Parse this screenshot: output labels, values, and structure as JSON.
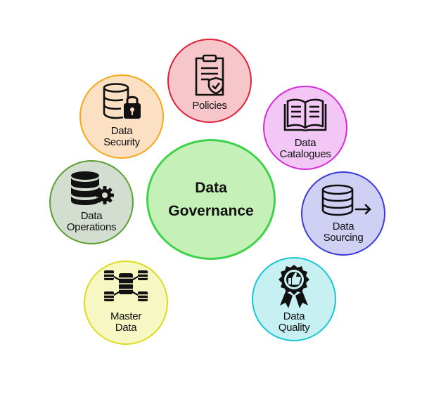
{
  "center": {
    "line1": "Data",
    "line2": "Governance",
    "fill": "#c5f0b8",
    "border": "#3ed34a"
  },
  "nodes": [
    {
      "id": "policies",
      "lines": [
        "Policies"
      ],
      "icon": "clipboard-shield-icon",
      "fill": "#f7c6cb",
      "border": "#e0203a"
    },
    {
      "id": "data-catalogues",
      "lines": [
        "Data",
        "Catalogues"
      ],
      "icon": "open-book-icon",
      "fill": "#f3c7f5",
      "border": "#d62bd8"
    },
    {
      "id": "data-sourcing",
      "lines": [
        "Data",
        "Sourcing"
      ],
      "icon": "database-arrow-icon",
      "fill": "#d0cff4",
      "border": "#3b3ad8"
    },
    {
      "id": "data-quality",
      "lines": [
        "Data",
        "Quality"
      ],
      "icon": "thumbs-up-badge-icon",
      "fill": "#c6f0f2",
      "border": "#18c6d6"
    },
    {
      "id": "master-data",
      "lines": [
        "Master",
        "Data"
      ],
      "icon": "database-network-icon",
      "fill": "#f7f7c4",
      "border": "#dcdc1c"
    },
    {
      "id": "data-operations",
      "lines": [
        "Data",
        "Operations"
      ],
      "icon": "database-gear-icon",
      "fill": "#d3ddd0",
      "border": "#5aa02e"
    },
    {
      "id": "data-security",
      "lines": [
        "Data",
        "Security"
      ],
      "icon": "database-lock-icon",
      "fill": "#fbe0c4",
      "border": "#f4a818"
    }
  ]
}
